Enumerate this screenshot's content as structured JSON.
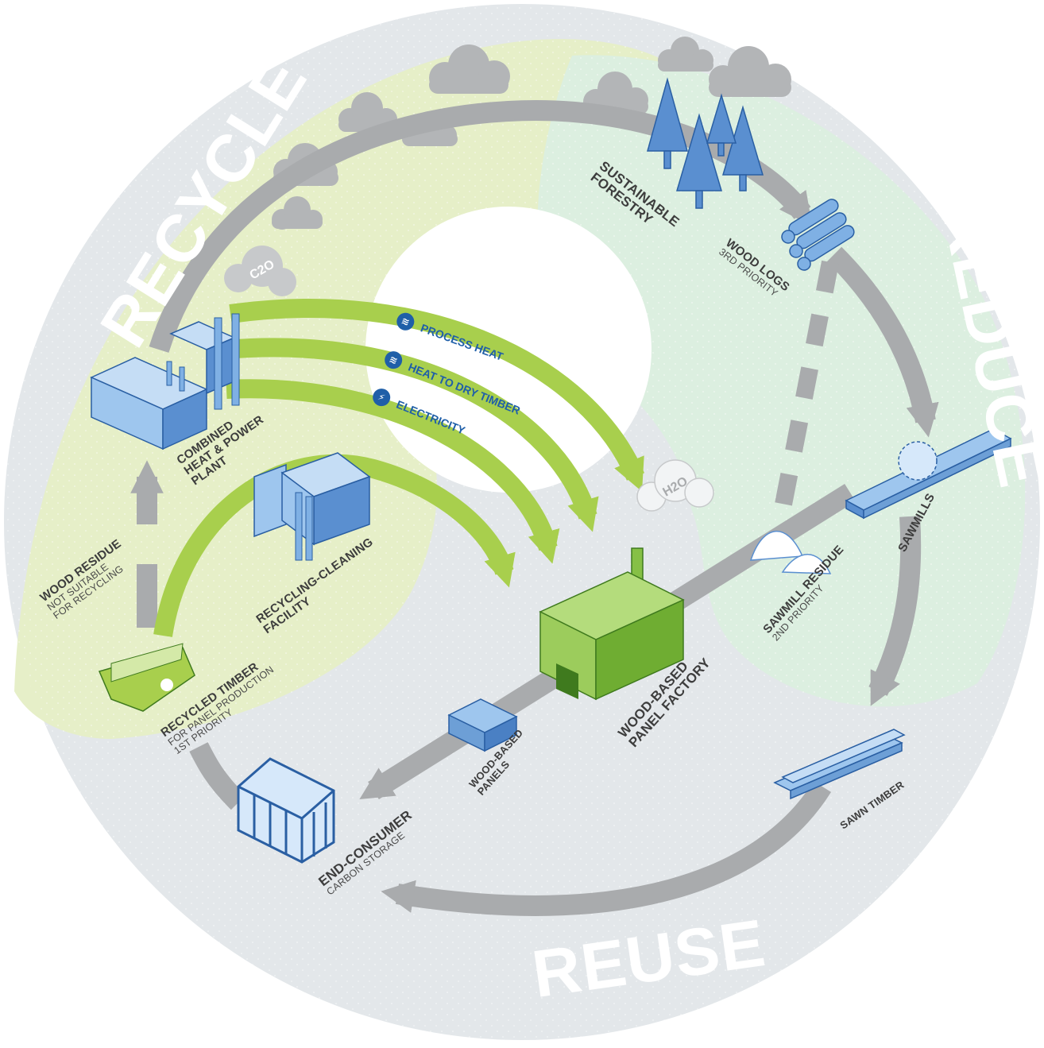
{
  "zones": {
    "recycle": "RECYCLE",
    "reduce": "REDUCE",
    "reuse": "REUSE"
  },
  "emissions": {
    "co2": "C2O",
    "h2o": "H2O"
  },
  "energy_flows": [
    {
      "label": "PROCESS HEAT",
      "icon": "heat-icon"
    },
    {
      "label": "HEAT TO DRY TIMBER",
      "icon": "heat-icon"
    },
    {
      "label": "ELECTRICITY",
      "icon": "lightning-icon"
    }
  ],
  "nodes": {
    "forestry": {
      "title_1": "SUSTAINABLE",
      "title_2": "FORESTRY"
    },
    "logs": {
      "title": "WOOD LOGS",
      "sub": "3RD PRIORITY"
    },
    "sawmills": {
      "title": "SAWMILLS"
    },
    "sawmill_residue": {
      "title": "SAWMILL RESIDUE",
      "sub": "2ND PRIORITY"
    },
    "sawn_timber": {
      "title": "SAWN TIMBER"
    },
    "panel_factory": {
      "title_1": "WOOD-BASED",
      "title_2": "PANEL FACTORY"
    },
    "panels": {
      "title_1": "WOOD-BASED",
      "title_2": "PANELS"
    },
    "end_consumer": {
      "title": "END-CONSUMER",
      "sub": "CARBON STORAGE"
    },
    "recycled_timber": {
      "title": "RECYCLED TIMBER",
      "sub_1": "FOR PANEL PRODUCTION",
      "sub_2": "1ST PRIORITY"
    },
    "wood_residue": {
      "title": "WOOD RESIDUE",
      "sub_1": "NOT SUITABLE",
      "sub_2": "FOR RECYCLING"
    },
    "chp": {
      "title_1": "COMBINED",
      "title_2": "HEAT & POWER",
      "title_3": "PLANT"
    },
    "recycling_facility": {
      "title_1": "RECYCLING-CLEANING",
      "title_2": "FACILITY"
    }
  },
  "colors": {
    "recycle_zone": "#e6efc8",
    "reduce_zone": "#dcefe0",
    "reuse_zone": "#e3e7ea",
    "flow_grey": "#a9abad",
    "energy_green": "#a8cf4d",
    "building_blue": "#6d9fd6",
    "factory_green": "#86c046",
    "label_blue": "#1f5fa8"
  }
}
